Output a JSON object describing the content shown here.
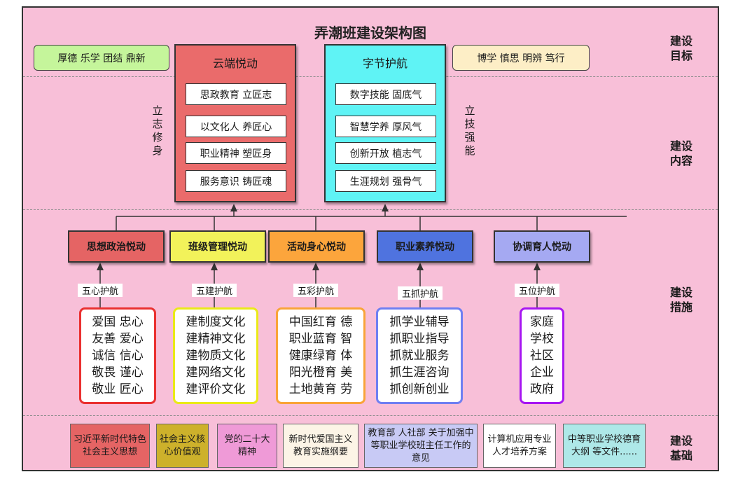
{
  "title": "弄潮班建设架构图",
  "side_labels": {
    "goal": [
      "建设",
      "目标"
    ],
    "content": [
      "建设",
      "内容"
    ],
    "measures": [
      "建设",
      "措施"
    ],
    "basis": [
      "建设",
      "基础"
    ]
  },
  "goals": {
    "left": "厚德 乐学 团结 鼎新",
    "right": "博学 慎思 明辨 笃行"
  },
  "cloud": {
    "header": "云端悦动",
    "items": [
      "思政教育 立匠志",
      "以文化人 养匠心",
      "职业精神 塑匠身",
      "服务意识 铸匠魂"
    ],
    "vertical": "立志修身"
  },
  "byte": {
    "header": "字节护航",
    "items": [
      "数字技能 固底气",
      "智慧学养 厚风气",
      "创新开放 植志气",
      "生涯规划 强骨气"
    ],
    "vertical": "立技强能"
  },
  "measures": [
    {
      "name": "思想政治悦动",
      "tag": "五心护航",
      "lines": [
        "爱国 忠心",
        "友善 爱心",
        "诚信 信心",
        "敬畏 谨心",
        "敬业 匠心"
      ]
    },
    {
      "name": "班级管理悦动",
      "tag": "五建护航",
      "lines": [
        "建制度文化",
        "建精神文化",
        "建物质文化",
        "建网络文化",
        "建评价文化"
      ]
    },
    {
      "name": "活动身心悦动",
      "tag": "五彩护航",
      "lines": [
        "中国红育 德",
        "职业蓝育 智",
        "健康绿育 体",
        "阳光橙育 美",
        "土地黄育 劳"
      ]
    },
    {
      "name": "职业素养悦动",
      "tag": "五抓护航",
      "lines": [
        "抓学业辅导",
        "抓职业指导",
        "抓就业服务",
        "抓生涯咨询",
        "抓创新创业"
      ]
    },
    {
      "name": "协调育人悦动",
      "tag": "五位护航",
      "lines": [
        "家庭",
        "学校",
        "社区",
        "企业",
        "政府"
      ]
    }
  ],
  "basis": [
    "习近平新时代特色社会主义思想",
    "社会主义核心价值观",
    "党的二十大精神",
    "新时代爱国主义教育实施纲要",
    "教育部 人社部 关于加强中等职业学校班主任工作的意见",
    "计算机应用专业人才培养方案",
    "中等职业学校德育大纲 等文件......"
  ],
  "colors": {
    "background": "#f8bfd8",
    "cloud": "#ea6b6b",
    "byte": "#5ff3f5",
    "goal_left": "#c5f59b",
    "goal_right": "#fdeec6",
    "cat1": "#e56464",
    "cat2": "#f2f25a",
    "cat3": "#fca53c",
    "cat4": "#4f73df",
    "cat5": "#a5a9f2",
    "border1": "#ea3030",
    "border2": "#eaea18",
    "border3": "#f9a438",
    "border4": "#6f7ff2",
    "border5": "#a716f2"
  }
}
